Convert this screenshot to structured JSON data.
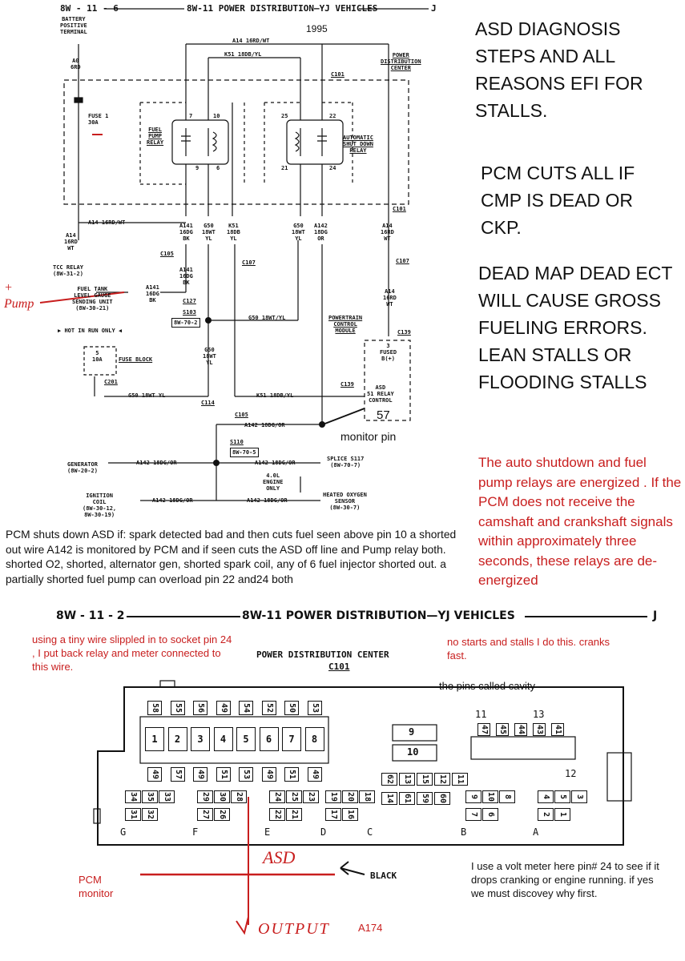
{
  "top_diagram": {
    "header_left": "8W - 11 - 6",
    "header_title": "8W-11 POWER DISTRIBUTION—YJ VEHICLES",
    "header_right": "J",
    "year": "1995",
    "battery_label": "BATTERY\nPOSITIVE\nTERMINAL",
    "wire_a0": "A0\n6RD",
    "fuse1": "FUSE 1\n30A",
    "wire_a14_top": "A14 16RD/WT",
    "wire_k51_top": "K51 18DB/YL",
    "pdc_label": "POWER\nDISTRIBUTION\nCENTER",
    "c101": "C101",
    "c101b": "C101",
    "fuel_pump_relay": "FUEL\nPUMP\nRELAY",
    "asd_relay": "AUTOMATIC\nSHUT DOWN\nRELAY",
    "fp_pins": [
      "7",
      "10",
      "9",
      "6"
    ],
    "asd_pins": [
      "25",
      "22",
      "21",
      "24"
    ],
    "wire_a14_left": "A14 16RD/WT",
    "a14_16rd_wt": "A14\n16RD\nWT",
    "tcc_relay": "TCC RELAY\n(8W-31-2)",
    "col_a141": "A141\n16DG\nBK",
    "col_g50": "G50\n18WT\nYL",
    "col_k51": "K51\n18DB\nYL",
    "col_g50b": "G50\n18WT\nYL",
    "col_a142": "A142\n18DG\nOR",
    "col_a14": "A14\n16RD\nWT",
    "c105": "C105",
    "c107": "C107",
    "c107b": "C107",
    "a141_mid": "A141\n16DG\nBK",
    "fuel_tank": "FUEL TANK\nLEVEL GAUGE\nSENDING UNIT\n(8W-30-21)",
    "a141_left": "A141\n16DG\nBK",
    "c127": "C127",
    "s103": "S103",
    "s103_ref": "8W-70-2",
    "g50_horiz": "G50 18WT/YL",
    "hot_in_run": "HOT IN RUN ONLY",
    "fuse_block": "FUSE BLOCK",
    "fuse5": "5\n10A",
    "c201": "C201",
    "g50_bottom": "G50 18WT YL",
    "c114": "C114",
    "g50_vert": "G50\n18WT\nYL",
    "k51_bottom": "K51 18DB/YL",
    "c139": "C139",
    "c139b": "C139",
    "a14_lower": "A14\n16RD\nWT",
    "pcm": "POWERTRAIN\nCONTROL\nMODULE",
    "fused_b": "3\nFUSED\nB(+)",
    "asd_relay_control": "ASD\n51 RELAY\nCONTROL",
    "pin57": "57",
    "c105b": "C105",
    "a142_horiz": "A142 18DG/OR",
    "monitor_pin": "monitor pin",
    "s110": "S110",
    "s110_ref": "8W-70-5",
    "generator": "GENERATOR\n(8W-20-2)",
    "a142_gen": "A142 18DG/OR",
    "a142_splice": "A142 18DG/OR",
    "splice": "SPLICE S117\n(8W-70-7)",
    "engine_only": "4.0L\nENGINE\nONLY",
    "ignition_coil": "IGNITION\nCOIL\n(8W-30-12,\n8W-30-19)",
    "a142_ign": "A142 18DG/OR",
    "a142_ho2s": "A142 18DG/OR",
    "ho2s": "HEATED OXYGEN\nSENSOR\n(8W-30-7)",
    "pump_note": "+\nPump"
  },
  "right_notes": {
    "block1": "ASD DIAGNOSIS STEPS AND ALL REASONS EFI FOR STALLS.",
    "block2": "PCM CUTS ALL IF CMP IS DEAD OR CKP.",
    "block3": "DEAD MAP DEAD ECT WILL CAUSE GROSS FUELING ERRORS. LEAN STALLS OR FLOODING STALLS",
    "red_block": "The auto shutdown and fuel pump relays are energized . If the PCM does not receive the camshaft and crankshaft signals within approximately three seconds, these relays are de-energized"
  },
  "pcm_note": "PCM shuts down ASD if:  spark detected bad and then cuts fuel seen above pin 10 a shorted out wire A142 is monitored by PCM and if seen cuts the ASD off line and Pump relay both. shorted O2, shorted, alternator gen, shorted spark coil, any of 6 fuel injector shorted out. a partially shorted fuel pump can overload pin 22 and24 both",
  "bottom_diagram": {
    "header_left": "8W - 11 - 2",
    "header_title": "8W-11 POWER DISTRIBUTION—YJ VEHICLES",
    "header_right": "J",
    "title": "POWER DISTRIBUTION CENTER",
    "title_sub": "C101",
    "left_red_note": "using a tiny wire slippled in to socket pin 24 , I put back relay and meter connected to this wire.",
    "right_red_note": "no starts and stalls I do this. cranks fast.",
    "pins_called": "the pins called cavity",
    "relay_numbers": [
      "1",
      "2",
      "3",
      "4",
      "5",
      "6",
      "7",
      "8"
    ],
    "relay_top_pins": [
      "58",
      "55",
      "56",
      "49",
      "54",
      "52",
      "50",
      "53"
    ],
    "relay_bot_pins": [
      "49",
      "57",
      "49",
      "51",
      "53",
      "49",
      "51",
      "49"
    ],
    "relay9": "9",
    "relay10": "10",
    "label_13": "13",
    "label_11": "11",
    "label_12": "12",
    "right_top_pins": [
      "47",
      "45",
      "44",
      "43",
      "41"
    ],
    "cavity_groups": [
      "G",
      "F",
      "E",
      "D",
      "C",
      "B",
      "A"
    ],
    "g_pins": [
      "34",
      "35",
      "33",
      "31",
      "32"
    ],
    "f_pins": [
      "29",
      "30",
      "28",
      "27",
      "26"
    ],
    "e_pins": [
      "24",
      "25",
      "23",
      "22",
      "21"
    ],
    "d_pins": [
      "19",
      "20",
      "18",
      "17",
      "16"
    ],
    "c_pins": [
      "62",
      "14",
      "13",
      "61",
      "15",
      "59",
      "12",
      "60",
      "11"
    ],
    "b_pins": [
      "9",
      "10",
      "8",
      "7",
      "6"
    ],
    "a_pins": [
      "4",
      "5",
      "3",
      "2",
      "1"
    ],
    "asd_label": "ASD",
    "pcm_monitor": "PCM\nmonitor",
    "black": "BLACK",
    "output": "OUTPUT",
    "a174": "A174",
    "meter_note": "I use a volt meter here pin# 24 to see if it drops cranking or engine running. if yes we must discovey why first."
  }
}
